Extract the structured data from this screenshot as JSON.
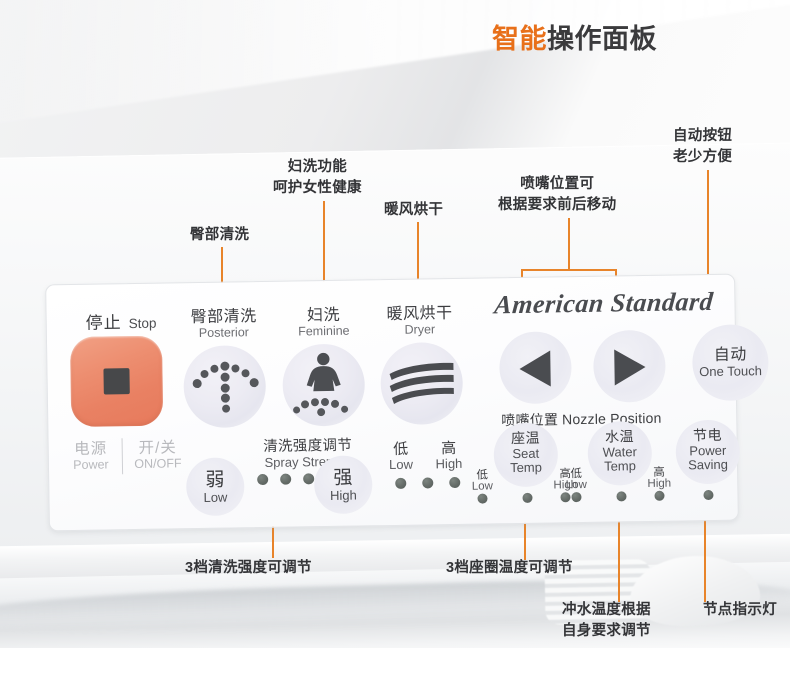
{
  "title": {
    "highlight": "智能",
    "rest": "操作面板"
  },
  "brand": {
    "logo": "American Standard"
  },
  "callouts": [
    {
      "name": "posterior",
      "lines": [
        "臀部清洗"
      ]
    },
    {
      "name": "feminine",
      "lines": [
        "妇洗功能",
        "呵护女性健康"
      ]
    },
    {
      "name": "dryer",
      "lines": [
        "暖风烘干"
      ]
    },
    {
      "name": "nozzle",
      "lines": [
        "喷嘴位置可",
        "根据要求前后移动"
      ]
    },
    {
      "name": "auto",
      "lines": [
        "自动按钮",
        "老少方便"
      ]
    },
    {
      "name": "power-switch",
      "lines": [
        "电源开关"
      ]
    },
    {
      "name": "spray-strength-3",
      "lines": [
        "3档清洗强度可调节"
      ]
    },
    {
      "name": "seat-temp-3",
      "lines": [
        "3档座圈温度可调节"
      ]
    },
    {
      "name": "water-temp",
      "lines": [
        "冲水温度根据",
        "自身要求调节"
      ]
    },
    {
      "name": "node-indicator",
      "lines": [
        "节点指示灯"
      ]
    }
  ],
  "panel": {
    "stop": {
      "cn": "停止",
      "en": "Stop"
    },
    "power": {
      "cn": "电源",
      "en": "Power",
      "cn2": "开/关",
      "en2": "ON/OFF"
    },
    "keys": [
      {
        "cn": "臀部清洗",
        "en": "Posterior"
      },
      {
        "cn": "妇洗",
        "en": "Feminine"
      },
      {
        "cn": "暖风烘干",
        "en": "Dryer"
      }
    ],
    "spray_strength": {
      "cn": "清洗强度调节",
      "en": "Spray Strength"
    },
    "spray_low": {
      "cn": "弱",
      "en": "Low"
    },
    "spray_high": {
      "cn": "强",
      "en": "High"
    },
    "dryer_low": {
      "cn": "低",
      "en": "Low"
    },
    "dryer_high": {
      "cn": "高",
      "en": "High"
    },
    "nozzle_position": {
      "cn": "喷嘴位置",
      "en": "Nozzle Position"
    },
    "auto": {
      "cn": "自动",
      "en": "One Touch"
    },
    "seat_temp": {
      "cn": "座温",
      "en": "Seat",
      "en2": "Temp"
    },
    "water_temp": {
      "cn": "水温",
      "en": "Water",
      "en2": "Temp"
    },
    "power_saving": {
      "cn": "节电",
      "en": "Power",
      "en2": "Saving"
    },
    "low": {
      "cn": "低",
      "en": "Low"
    },
    "high": {
      "cn": "高",
      "en": "High"
    },
    "led_counts": {
      "spray": 3,
      "dryer": 3,
      "seat": 3,
      "water": 3,
      "saving": 1
    }
  },
  "colors": {
    "accent_orange": "#e8701a",
    "leader_orange": "#e8842a",
    "dot_orange": "#ec8019",
    "power_button": "#ed8e70",
    "title_dark": "#3b3b3d",
    "led_gray": "#646b67"
  }
}
